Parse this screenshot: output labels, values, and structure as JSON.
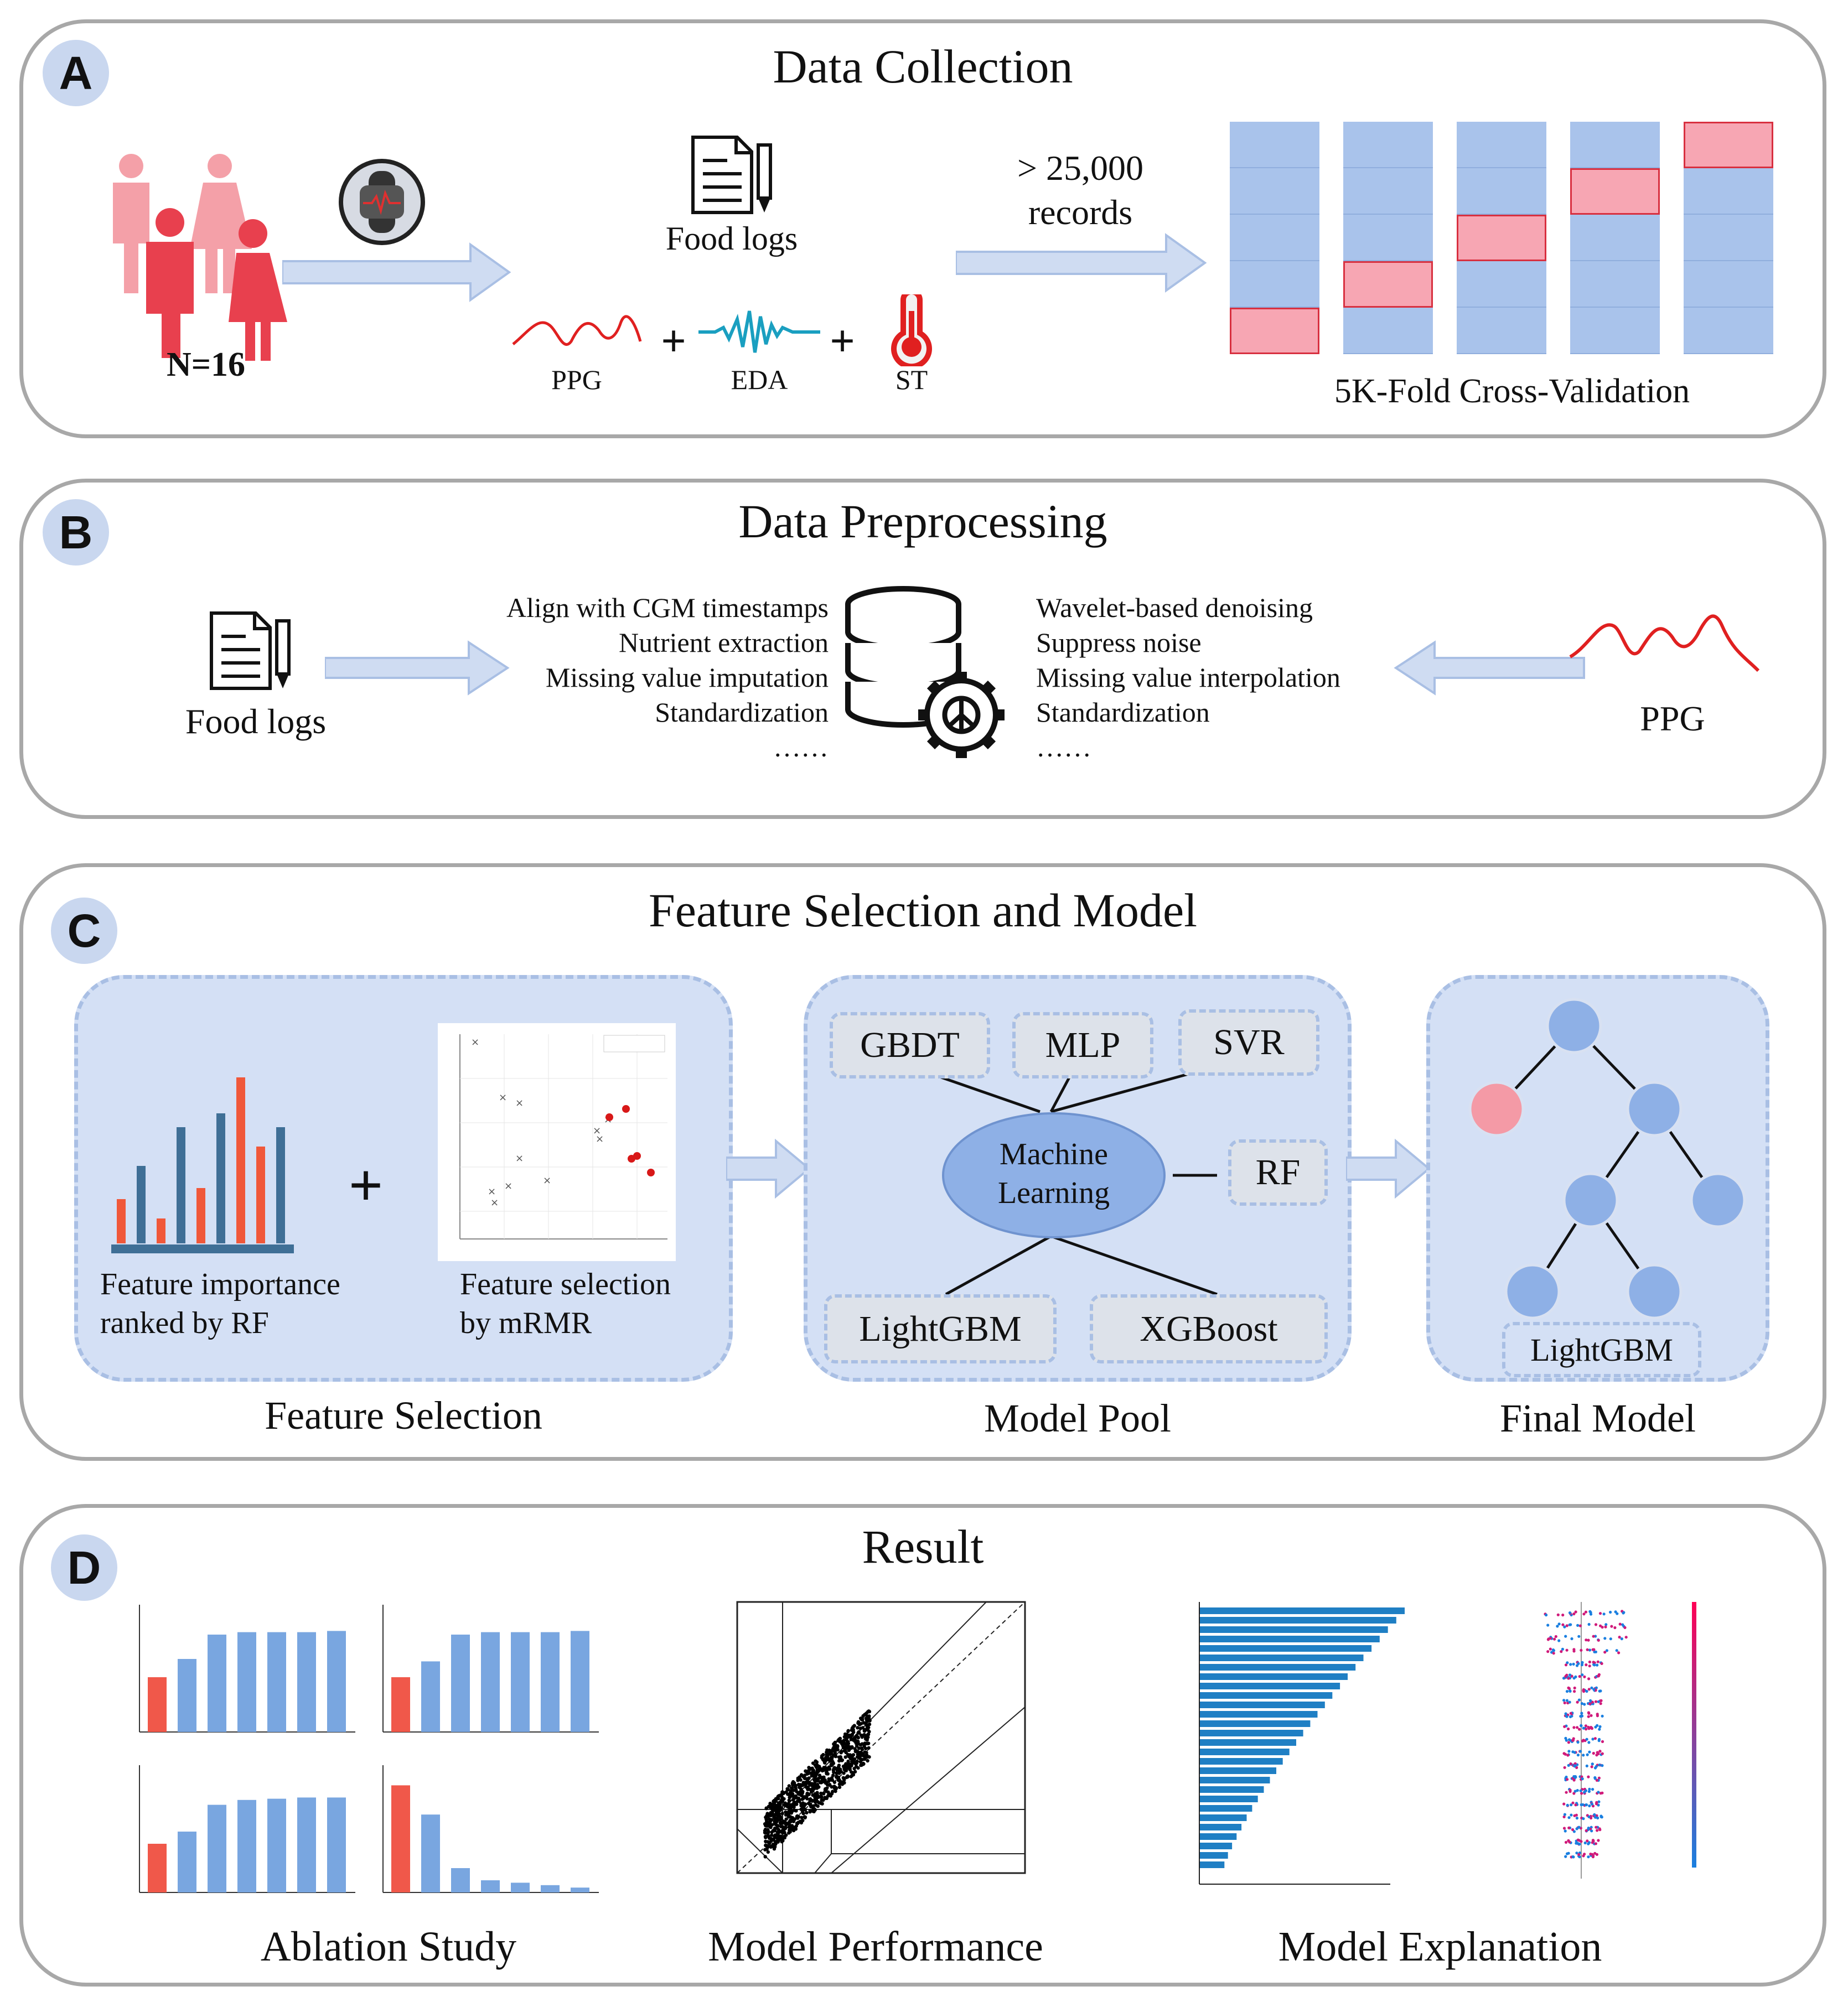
{
  "panelA": {
    "badge": "A",
    "title": "Data Collection",
    "participants": "N=16",
    "food_logs": "Food logs",
    "records_line1": "> 25,000",
    "records_line2": "records",
    "signals": [
      "PPG",
      "EDA",
      "ST"
    ],
    "plus": "+",
    "cv_label": "5K-Fold Cross-Validation",
    "folds": [
      {
        "highlight_index": 4
      },
      {
        "highlight_index": 3
      },
      {
        "highlight_index": 2
      },
      {
        "highlight_index": 1
      },
      {
        "highlight_index": 0
      }
    ],
    "colors": {
      "person": "#e8404e",
      "person_light": "#f4a0a8",
      "fold": "#a9c3eb",
      "fold_highlight": "#f7a6b3"
    }
  },
  "panelB": {
    "badge": "B",
    "title": "Data Preprocessing",
    "food_logs": "Food logs",
    "ppg": "PPG",
    "left_steps": [
      "Align with CGM timestamps",
      "Nutrient extraction",
      "Missing value imputation",
      "Standardization",
      "……"
    ],
    "right_steps": [
      "Wavelet-based denoising",
      "Suppress noise",
      "Missing value interpolation",
      "Standardization",
      "……"
    ]
  },
  "panelC": {
    "badge": "C",
    "title": "Feature Selection and Model",
    "fs_importance_line1": "Feature importance",
    "fs_importance_line2": "ranked by RF",
    "fs_mrmr_line1": "Feature selection",
    "fs_mrmr_line2": "by mRMR",
    "plus": "+",
    "feature_selection_label": "Feature Selection",
    "model_pool_label": "Model Pool",
    "final_model_label": "Final Model",
    "center_line1": "Machine",
    "center_line2": "Learning",
    "models": {
      "gbdt": "GBDT",
      "mlp": "MLP",
      "svr": "SVR",
      "rf": "RF",
      "lightgbm": "LightGBM",
      "xgboost": "XGBoost"
    },
    "final_model_name": "LightGBM",
    "colors": {
      "bar_red": "#f0583a",
      "bar_blue": "#3f6f96",
      "ellipse": "#8eb0e6",
      "node": "#8eb0e6",
      "node_red": "#f49aa6"
    }
  },
  "panelD": {
    "badge": "D",
    "title": "Result",
    "ablation_label": "Ablation Study",
    "performance_label": "Model Performance",
    "explanation_label": "Model Explanation",
    "colors": {
      "bar_red": "#f0584a",
      "bar_blue": "#79a6e0",
      "shap_bar": "#1f7fc4"
    }
  }
}
